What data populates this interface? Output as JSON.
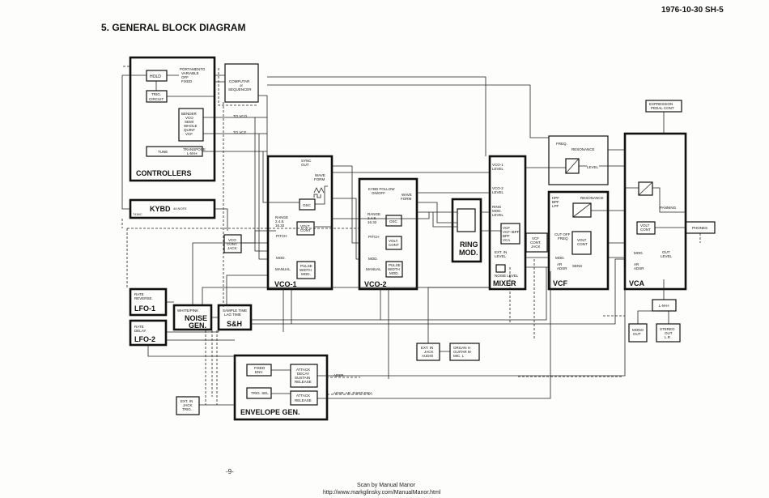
{
  "header": {
    "doc_id": "1976-10-30 SH-5",
    "section_title": "5. GENERAL BLOCK DIAGRAM"
  },
  "controllers": {
    "title": "CONTROLLERS",
    "hold": "HOLD",
    "portamento": [
      "PORTAMENTO",
      "VARIABLE",
      "OFF",
      "FIXED"
    ],
    "trig": [
      "TRIG.",
      "CIRCUIT"
    ],
    "bender": [
      "BENDER",
      "VCO",
      "SEMI",
      "WHOLE",
      "QUINT",
      "VCF"
    ],
    "tune": "TUNE",
    "transpose": [
      "TRANSPOSE",
      "L-M-H"
    ],
    "computer": [
      "COMPUTAR",
      "or",
      "SEQUENCER"
    ],
    "to_vco": "TO VCO",
    "to_vcf": "TO VCF"
  },
  "keyboard": {
    "title": "KYBD",
    "note": "44 NOTE",
    "sub": "T416/C"
  },
  "vco_cont_jack": [
    "VCO",
    "CONT.",
    "JACK"
  ],
  "vco1": {
    "title": "VCO-1",
    "sync": [
      "SYNC",
      "OUT"
    ],
    "waveform": [
      "WAVE",
      "FORM"
    ],
    "osc": "OSC",
    "range": [
      "RANGE",
      "2.4.8.",
      "16.32"
    ],
    "volt": [
      "VOLT.",
      "CONT"
    ],
    "pitch": "PITCH",
    "mod": "MOD.",
    "manual": "MANUAL",
    "pulse": [
      "PULSE",
      "WIDTH",
      "MOD."
    ]
  },
  "vco2": {
    "title": "VCO-2",
    "kybd_follow": [
      "KYBD FOLLOW",
      "ON/OFF"
    ],
    "waveform": [
      "WAVE",
      "FORM"
    ],
    "osc": "OSC",
    "range": [
      "RANGE",
      "2.4.8.",
      "16.32"
    ],
    "volt": [
      "VOLT.",
      "CONT"
    ],
    "pitch": "PITCH",
    "mod": "MOD.",
    "manual": "MANUAL",
    "pulse": [
      "PULSE",
      "WIDTH",
      "MOD."
    ]
  },
  "ring_mod": {
    "title": [
      "RING",
      "MOD."
    ]
  },
  "mixer": {
    "title": "MIXER",
    "vco1_level": [
      "VCO-1",
      "LEVEL"
    ],
    "vco2_level": [
      "VCO-2",
      "LEVEL"
    ],
    "ring_level": [
      "RING",
      "MOD.",
      "LEVEL"
    ],
    "ext_in_level": [
      "EXT. IN",
      "LEVEL"
    ],
    "noise_level": "NOISE LEVEL"
  },
  "vcf": {
    "title": "VCF",
    "freq": "FREQ.",
    "resonance": "RESONANCE",
    "level": "LEVEL",
    "hpf": [
      "HPF",
      "BPF",
      "LPF"
    ],
    "resonance2": "RESONANCE",
    "vcf_types": [
      "VCF",
      "VCF+BPF",
      "BPF",
      "VCA"
    ],
    "vcf_cont": [
      "VCF",
      "CONT.",
      "JACK"
    ],
    "cutoff": [
      "CUT OFF",
      "FREQ"
    ],
    "volt_cont": [
      "VOLT",
      "CONT"
    ],
    "mod": "MOD.",
    "ar_adsr": [
      "AR",
      "ADSR"
    ],
    "sens": "SENS"
  },
  "vca": {
    "title": "VCA",
    "expression": [
      "EXPRESSION",
      "PEDAL CONT"
    ],
    "panning": "PANNING",
    "volt_cont": [
      "VOLT",
      "CONT"
    ],
    "phones": "PHONES",
    "mod": "MOD.",
    "ar_adsr": [
      "AR",
      "ADSR"
    ],
    "out_level": [
      "OUT",
      "LEVEL"
    ],
    "lmh": "L-M-H",
    "mono_out": [
      "MONO",
      "OUT"
    ],
    "stereo_out": [
      "STEREO",
      "OUT",
      "L.R"
    ]
  },
  "lfo1": {
    "title": "LFO-1",
    "sub": [
      "RATE",
      "REVERSE."
    ]
  },
  "lfo2": {
    "title": "LFO-2",
    "sub": [
      "RATE",
      "DELAY"
    ]
  },
  "noise": {
    "title": [
      "NOISE",
      "GEN."
    ],
    "sub": "WHITE/PINK"
  },
  "sh": {
    "title": "S&H",
    "sub": [
      "SAMPLE TIME",
      "LAG TIME"
    ]
  },
  "ext_audio": {
    "a": [
      "EXT. IN",
      "JACK",
      "AUDIO"
    ],
    "b": [
      "ORGAN  H",
      "GUITAR  M",
      "MIC.    L"
    ]
  },
  "envelope": {
    "title": "ENVELOPE GEN.",
    "fixed_env": [
      "FIXED",
      "ENV."
    ],
    "attack1": [
      "ATTACK",
      "DECAY",
      "SUSTAIN",
      "RELEASE"
    ],
    "trig_sel": "TRIG. SEL",
    "attack2": [
      "ATTACK",
      "RELEASE"
    ],
    "adsr": "ADSR",
    "adsr_ar": "ADSR, AR, FIXED ENV.",
    "ext_trig": [
      "EXT. IN",
      "JACK",
      "TRIG."
    ]
  },
  "footer": {
    "page": "-9-",
    "credit1": "Scan by Manual Manor",
    "credit2": "http://www.markglinsky.com/ManualManor.html"
  }
}
